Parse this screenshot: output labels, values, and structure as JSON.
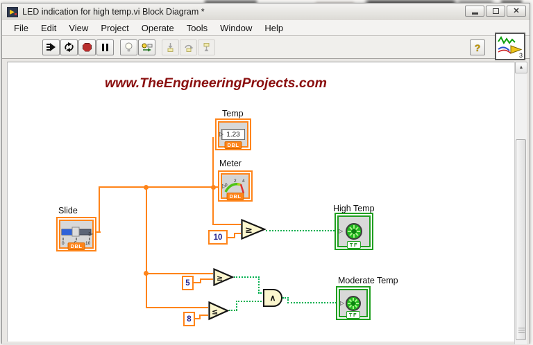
{
  "window": {
    "title": "LED indication for high temp.vi Block Diagram *",
    "vi_badge": "3"
  },
  "menu": {
    "items": [
      "File",
      "Edit",
      "View",
      "Project",
      "Operate",
      "Tools",
      "Window",
      "Help"
    ]
  },
  "toolbar": {
    "help_label": "?"
  },
  "scrollbar": {
    "up_glyph": "▲"
  },
  "diagram": {
    "watermark": "www.TheEngineeringProjects.com",
    "terminals": {
      "temp": {
        "label": "Temp",
        "value": "1.23",
        "type_tag": "DBL"
      },
      "meter": {
        "label": "Meter",
        "type_tag": "DBL",
        "ticks": [
          "0",
          "2",
          "4"
        ]
      },
      "slide": {
        "label": "Slide",
        "type_tag": "DBL",
        "ticks": [
          "0",
          "5",
          "10"
        ]
      },
      "high_temp": {
        "label": "High Temp",
        "type_tag": "TF"
      },
      "moderate_temp": {
        "label": "Moderate Temp",
        "type_tag": "TF"
      }
    },
    "constants": {
      "c10": "10",
      "c5": "5",
      "c8": "8"
    },
    "nodes": {
      "greater_equal_10": "≥",
      "greater_equal_5": "≥",
      "less_equal_8": "≤",
      "and_gate": "∧"
    },
    "colors": {
      "numeric_wire": "#ff8419",
      "boolean_wire": "#00b050",
      "boolean_frame": "#1f9f1f",
      "watermark": "#8a0f0f",
      "constant_text": "#23238e",
      "node_fill": "#fbf6ce"
    }
  }
}
